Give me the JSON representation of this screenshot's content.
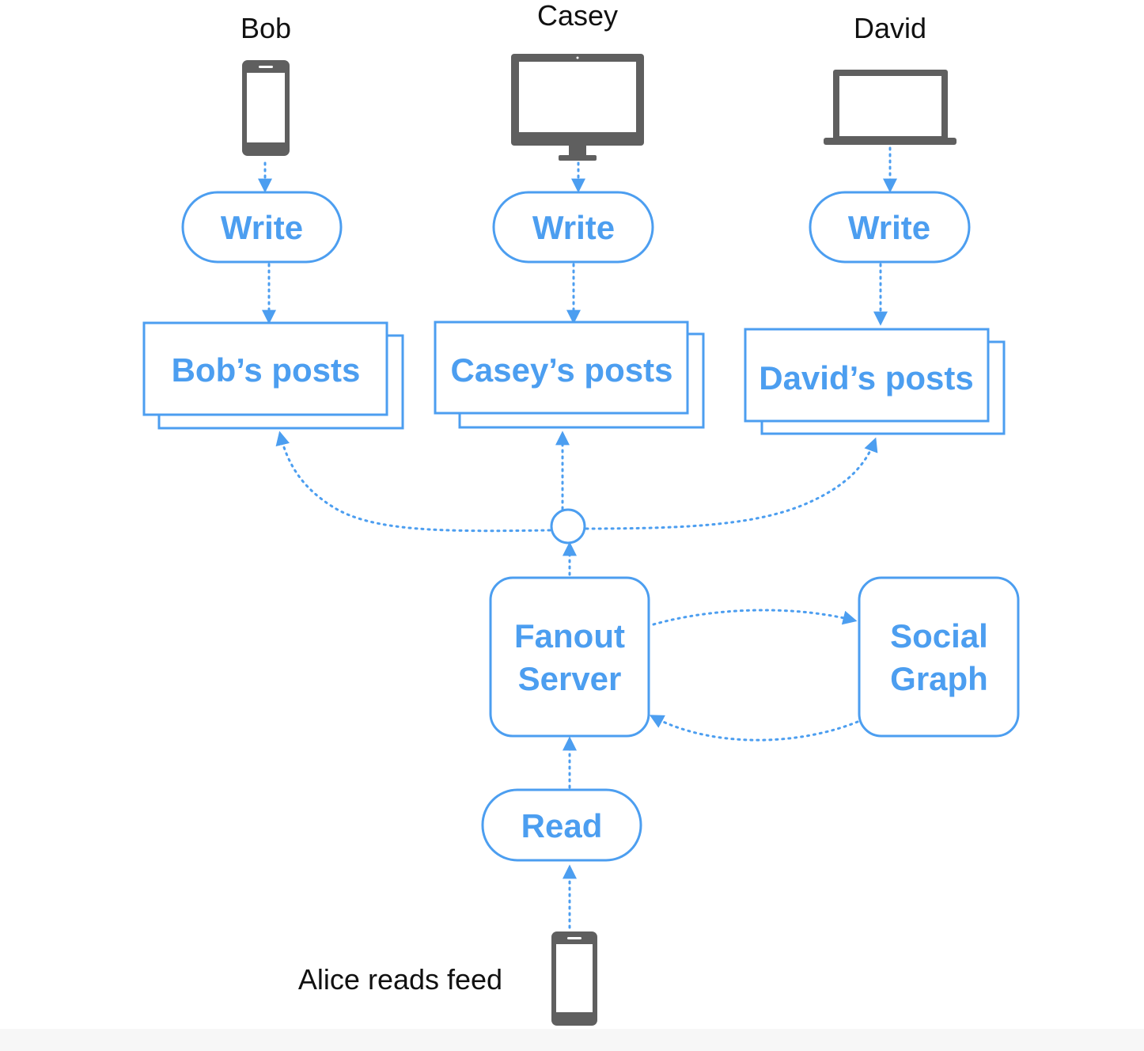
{
  "users": {
    "bob": "Bob",
    "casey": "Casey",
    "david": "David",
    "alice": "Alice reads feed"
  },
  "nodes": {
    "bob_write": "Write",
    "casey_write": "Write",
    "david_write": "Write",
    "bob_posts": "Bob’s posts",
    "casey_posts": "Casey’s posts",
    "david_posts": "David’s posts",
    "fanout_line1": "Fanout",
    "fanout_line2": "Server",
    "social_line1": "Social",
    "social_line2": "Graph",
    "read": "Read"
  },
  "icons": {
    "bob_device": "phone-icon",
    "casey_device": "monitor-icon",
    "david_device": "laptop-icon",
    "alice_device": "phone-icon"
  },
  "colors": {
    "accent": "#4c9ef0",
    "device": "#5f5f5f",
    "text": "#111111"
  }
}
